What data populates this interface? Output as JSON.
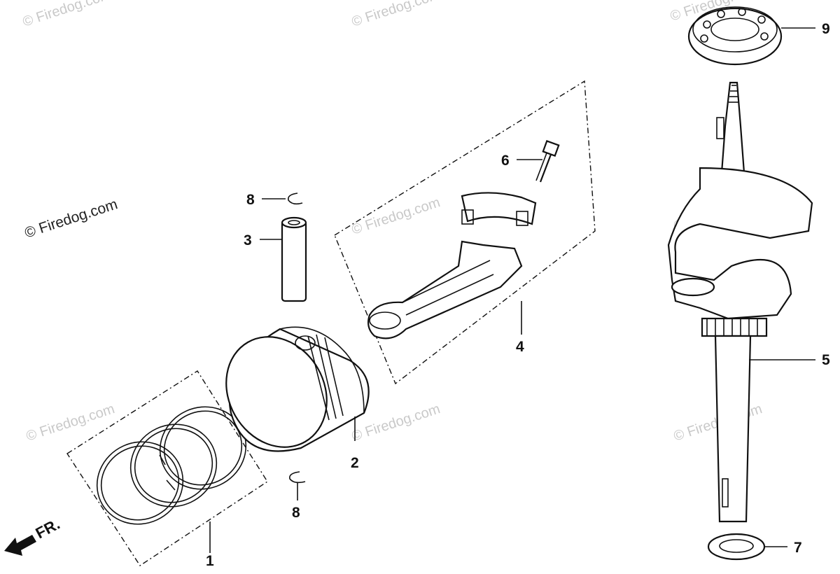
{
  "watermarks": {
    "main": "© Firedog.com",
    "faint": "© Firedog.com"
  },
  "direction_label": "FR.",
  "callouts": [
    {
      "id": "1",
      "label": "1"
    },
    {
      "id": "2",
      "label": "2"
    },
    {
      "id": "3",
      "label": "3"
    },
    {
      "id": "4",
      "label": "4"
    },
    {
      "id": "5",
      "label": "5"
    },
    {
      "id": "6",
      "label": "6"
    },
    {
      "id": "7",
      "label": "7"
    },
    {
      "id": "8a",
      "label": "8"
    },
    {
      "id": "8b",
      "label": "8"
    },
    {
      "id": "9",
      "label": "9"
    }
  ]
}
